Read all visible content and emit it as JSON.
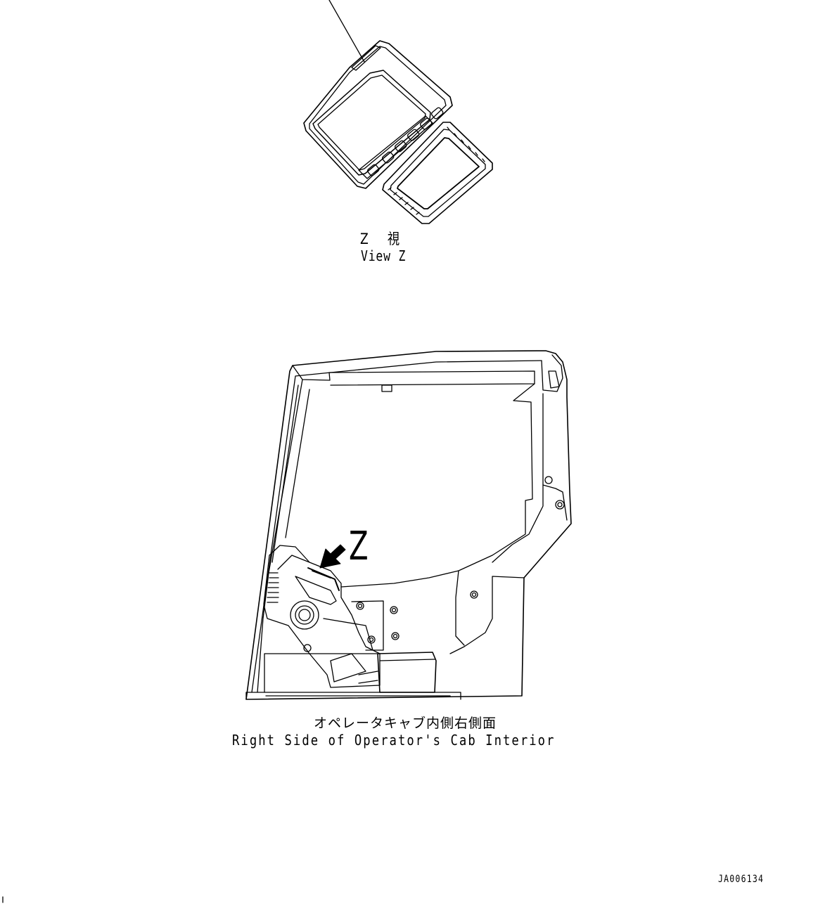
{
  "view": {
    "jp": "Z　視",
    "en": "View Z"
  },
  "main": {
    "jp": "オペレータキャブ内側右側面",
    "en": "Right Side of Operator's Cab Interior"
  },
  "arrow_label": "Z",
  "drawing_code": "JA006134",
  "colors": {
    "line": "#000000",
    "background": "#ffffff"
  }
}
